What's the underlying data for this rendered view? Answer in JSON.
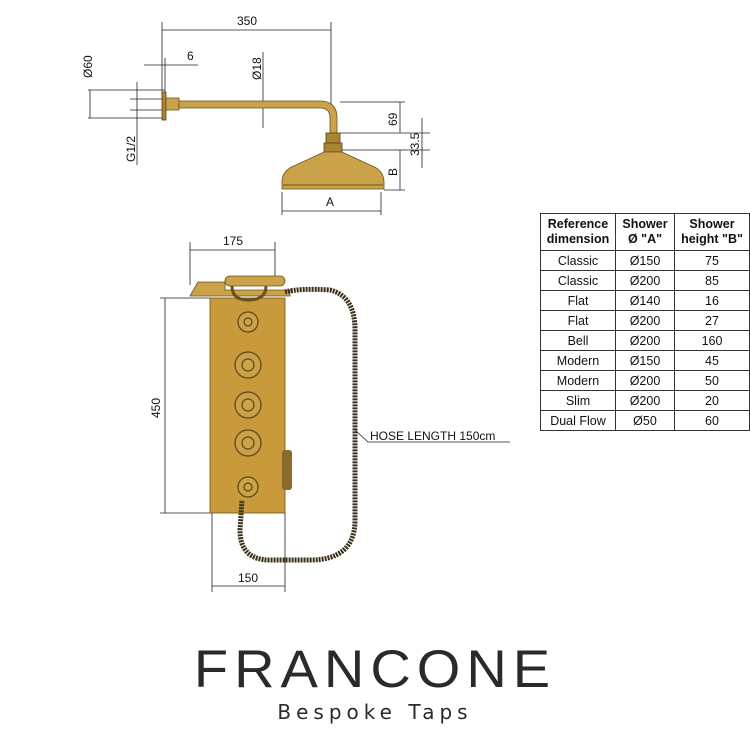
{
  "drawing": {
    "top_dims": {
      "arm_length": "350",
      "flange_depth": "6",
      "flange_dia": "Ø60",
      "arm_dia": "Ø18",
      "thread": "G1/2",
      "drop": "69",
      "connector": "33.5",
      "head_height": "B",
      "head_dia": "A"
    },
    "panel_dims": {
      "width_top": "175",
      "height": "450",
      "width_bottom": "150"
    },
    "hose_label": "HOSE LENGTH 150cm"
  },
  "table": {
    "headers": [
      [
        "Reference",
        "dimension"
      ],
      [
        "Shower",
        "Ø \"A\""
      ],
      [
        "Shower",
        "height \"B\""
      ]
    ],
    "rows": [
      [
        "Classic",
        "Ø150",
        "75"
      ],
      [
        "Classic",
        "Ø200",
        "85"
      ],
      [
        "Flat",
        "Ø140",
        "16"
      ],
      [
        "Flat",
        "Ø200",
        "27"
      ],
      [
        "Bell",
        "Ø200",
        "160"
      ],
      [
        "Modern",
        "Ø150",
        "45"
      ],
      [
        "Modern",
        "Ø200",
        "50"
      ],
      [
        "Slim",
        "Ø200",
        "20"
      ],
      [
        "Dual Flow",
        "Ø50",
        "60"
      ]
    ]
  },
  "logo": {
    "brand": "FRANCONE",
    "tagline": "Bespoke Taps"
  },
  "colors": {
    "gold": "#c9a24a",
    "hose": "#3b2f1a"
  }
}
